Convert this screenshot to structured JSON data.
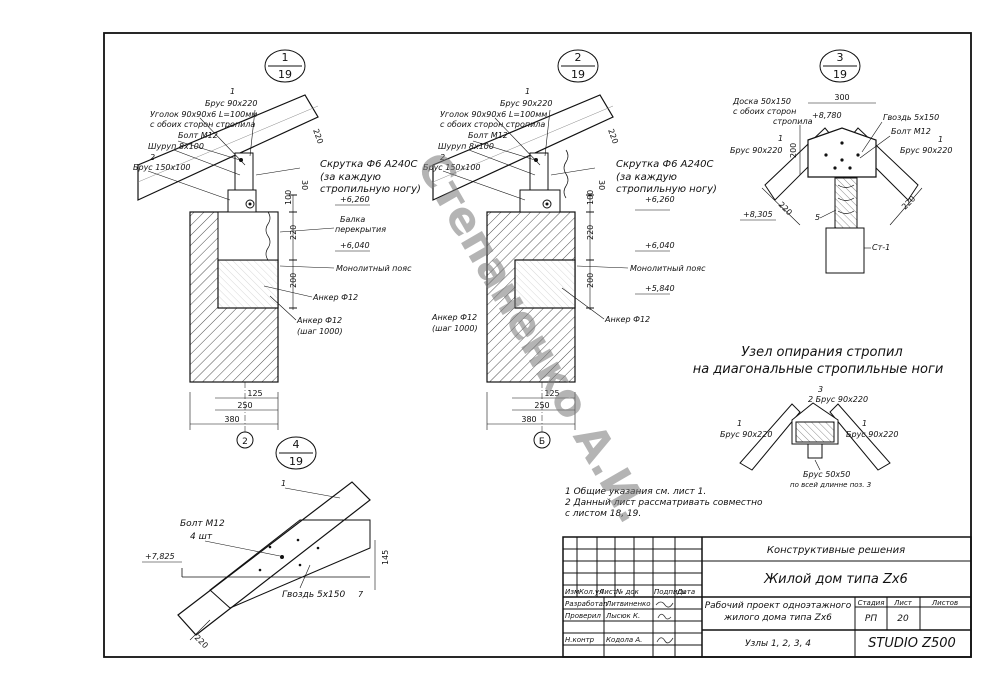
{
  "watermark": "Степаненко А.И.",
  "node1": {
    "top": "1",
    "bottom": "19",
    "lbl_num1": "1",
    "brus_top": "Брус 90х220",
    "ugolok": "Уголок 90х90х6 L=100мм",
    "ugolok2": "с обоих сторон стропила",
    "bolt": "Болт М12",
    "shurup": "Шуруп 8х100",
    "lbl_num2": "2",
    "brus_side": "Брус 150х100",
    "skrutka": "Скрутка Ф6 А240С",
    "skrutka2": "(за каждую",
    "skrutka3": "стропильную ногу)",
    "dim_220_top": "220",
    "dim_30": "30",
    "dim_100": "100",
    "dim_220": "220",
    "dim_200": "200",
    "elev_6260": "+6,260",
    "balka": "Балка",
    "balka2": "перекрытия",
    "elev_6040": "+6,040",
    "monolit": "Монолитный пояс",
    "anker1": "Анкер Ф12",
    "anker2": "Анкер Ф12",
    "shag": "(шаг 1000)",
    "dim_125": "125",
    "dim_250": "250",
    "dim_380": "380",
    "axis": "2"
  },
  "node2": {
    "top": "2",
    "bottom": "19",
    "lbl_num1": "1",
    "brus_top": "Брус 90х220",
    "ugolok": "Уголок 90х90х6 L=100мм",
    "ugolok2": "с обоих сторон стропила",
    "bolt": "Болт М12",
    "shurup": "Шуруп 8х100",
    "lbl_num2": "2",
    "brus_side": "Брус 150х100",
    "skrutka": "Скрутка Ф6 А240С",
    "skrutka2": "(за каждую",
    "skrutka3": "стропильную ногу)",
    "dim_220_top": "220",
    "dim_30": "30",
    "dim_100": "100",
    "dim_220": "220",
    "dim_200": "200",
    "elev_6260": "+6,260",
    "elev_6040": "+6,040",
    "monolit": "Монолитный пояс",
    "elev_5840": "+5,840",
    "anker1": "Анкер Ф12",
    "anker2": "Анкер Ф12",
    "shag": "(шаг 1000)",
    "dim_125": "125",
    "dim_250": "250",
    "dim_380": "380",
    "axis": "Б"
  },
  "node3": {
    "top": "3",
    "bottom": "19",
    "doska": "Доска 50х150",
    "doska2": "с обоих сторон",
    "doska3": "стропила",
    "dim_300": "300",
    "elev_8780": "+8,780",
    "gvozd": "Гвоздь 5х150",
    "bolt": "Болт М12",
    "num1a": "1",
    "brus_left": "Брус 90х220",
    "num1b": "1",
    "brus_right": "Брус 90х220",
    "dim_200": "200",
    "dim_220a": "220",
    "dim_220b": "220",
    "elev_8305": "+8,305",
    "num5": "5",
    "st": "Ст-1"
  },
  "node_title": {
    "line1": "Узел опирания стропил",
    "line2": "на диагональные стропильные ноги"
  },
  "node_diag": {
    "num3": "3",
    "brus_top": "2 Брус 90х220",
    "num1a": "1",
    "brus_left": "Брус 90х220",
    "num1b": "1",
    "brus_right": "Брус 90х220",
    "brus50": "Брус 50х50",
    "brus50b": "по всей длинне поз. 3"
  },
  "node4": {
    "top": "4",
    "bottom": "19",
    "num1": "1",
    "bolt": "Болт М12",
    "sht": "4 шт",
    "elev": "+7,825",
    "dim_145": "145",
    "gvozd": "Гвоздь 5х150",
    "num7": "7",
    "dim_220": "220"
  },
  "notes": {
    "n1": "1 Общие указания см. лист 1.",
    "n2": "2 Данный лист рассматривать совместно",
    "n3": "с листом 18, 19."
  },
  "stamp": {
    "section": "Конструктивные решения",
    "project": "Жилой дом типа Zх6",
    "h_izm": "Изм",
    "h_kol": "Кол.уч",
    "h_list": "Лист",
    "h_ndok": "№ док",
    "h_podp": "Подпись",
    "h_data": "Дата",
    "r1_role": "Разработал",
    "r1_name": "Литвиненко",
    "r2_role": "Проверил",
    "r2_name": "Лысюк К.",
    "r3_role": "Н.контр",
    "r3_name": "Кодола А.",
    "desc1": "Рабочий проект одноэтажного",
    "desc2": "жилого дома типа Zх6",
    "h_stadia": "Стадия",
    "h_sheet": "Лист",
    "h_sheets": "Листов",
    "stadia": "РП",
    "sheet": "20",
    "sheets": "",
    "nodes": "Узлы 1, 2, 3, 4",
    "studio": "STUDIO Z500"
  }
}
